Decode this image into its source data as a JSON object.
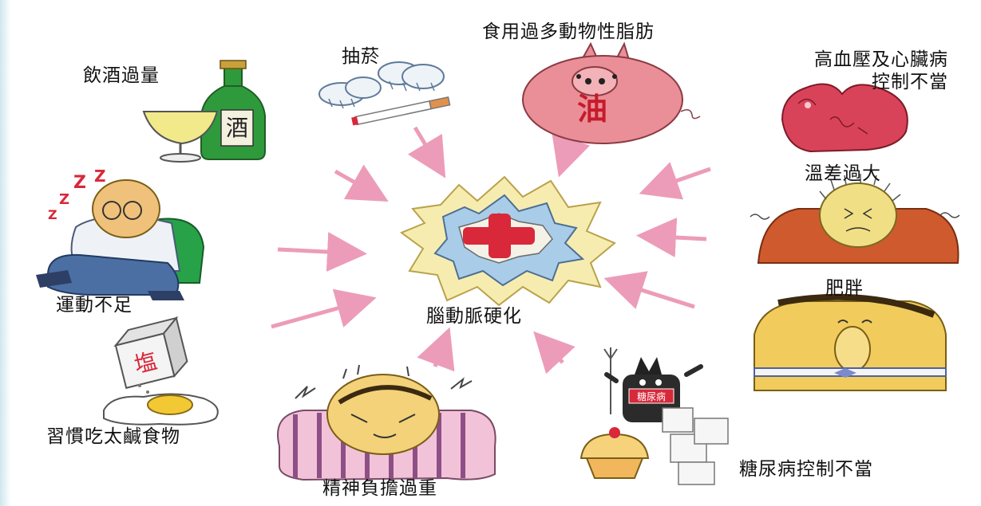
{
  "center": {
    "label": "腦動脈硬化"
  },
  "factors": [
    {
      "id": "drinking",
      "label": "飲酒過量"
    },
    {
      "id": "smoking",
      "label": "抽菸"
    },
    {
      "id": "animal-fat",
      "label": "食用過多動物性脂肪"
    },
    {
      "id": "hypertension-heart",
      "label_line1": "高血壓及心臟病",
      "label_line2": "控制不當"
    },
    {
      "id": "temperature",
      "label": "溫差過大"
    },
    {
      "id": "obesity",
      "label": "肥胖"
    },
    {
      "id": "diabetes",
      "label": "糖尿病控制不當"
    },
    {
      "id": "stress",
      "label": "精神負擔過重"
    },
    {
      "id": "salty-food",
      "label": "習慣吃太鹹食物"
    },
    {
      "id": "exercise",
      "label": "運動不足"
    }
  ],
  "icon_text": {
    "bottle_char": "酒",
    "pig_char": "油",
    "salt_char": "塩",
    "devil_sign": "糖尿病"
  },
  "colors": {
    "arrow": "#ec9cb8",
    "starburst_fill": "#f7ecb0",
    "starburst_inner": "#a9cde8",
    "blood_red": "#d8283a",
    "pig": "#ea8f97",
    "heart": "#d9435a",
    "bottle": "#2e9a3c",
    "skin": "#f1cc5c"
  }
}
